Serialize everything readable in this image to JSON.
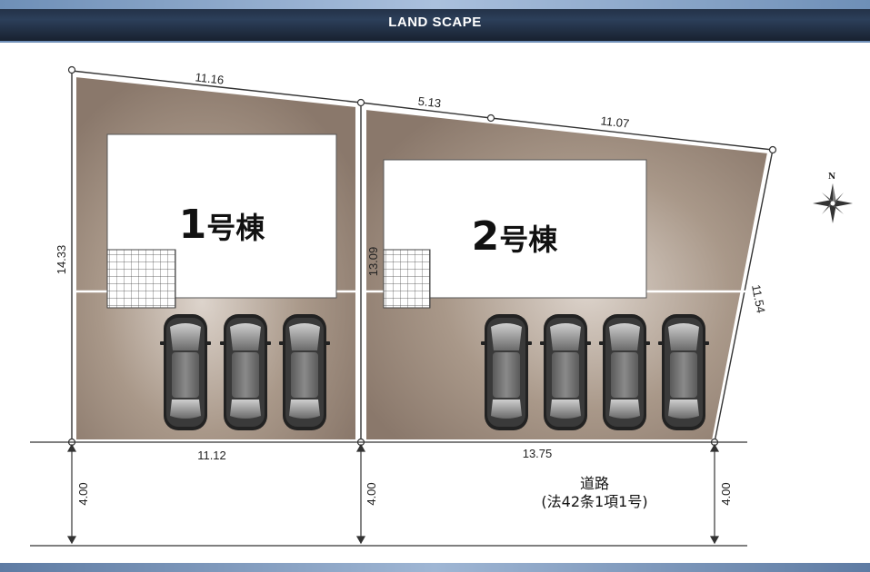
{
  "header": {
    "title": "LAND SCAPE"
  },
  "lots": [
    {
      "label_num": "1",
      "label_text": "号棟"
    },
    {
      "label_num": "2",
      "label_text": "号棟"
    }
  ],
  "dimensions": {
    "top_left": "11.16",
    "top_mid": "5.13",
    "top_right": "11.07",
    "left_side": "14.33",
    "middle_side": "13.09",
    "right_side": "11.54",
    "bottom_left": "11.12",
    "bottom_right": "13.75",
    "road_width_1": "4.00",
    "road_width_2": "4.00",
    "road_width_3": "4.00"
  },
  "road": {
    "line1": "道路",
    "line2": "(法42条1項1号)"
  },
  "compass": {
    "north_label": "N"
  },
  "colors": {
    "lot_fill": "#8f7e72",
    "lot_highlight": "#d9cfc7",
    "house_fill": "#ffffff",
    "car_body": "#2a2a2a",
    "header_dark": "#1c2738"
  }
}
